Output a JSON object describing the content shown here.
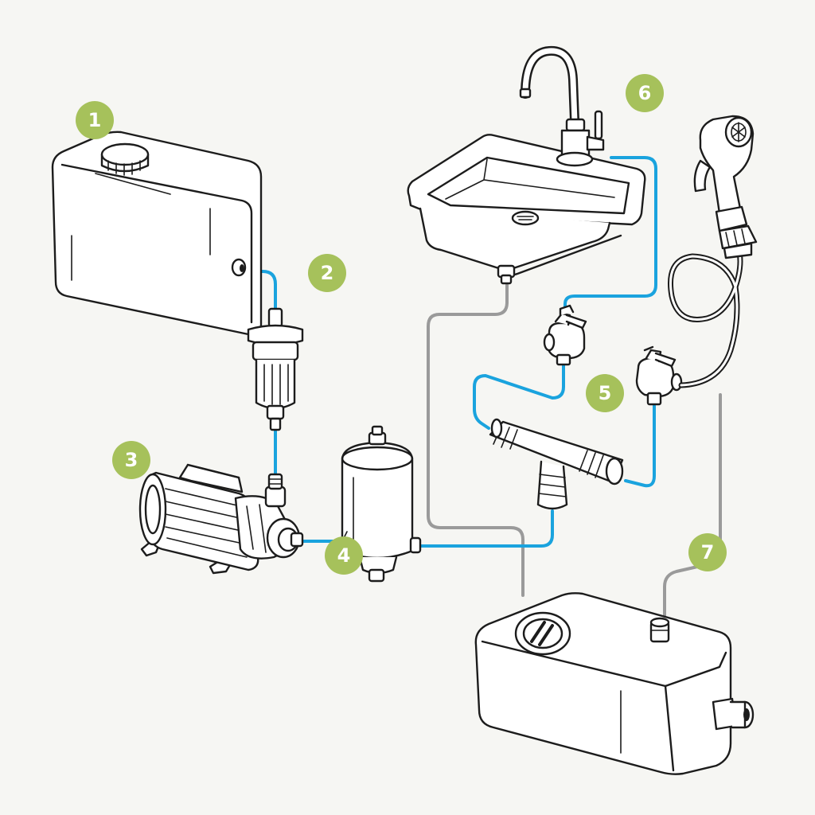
{
  "badges": [
    {
      "number": "1"
    },
    {
      "number": "2"
    },
    {
      "number": "3"
    },
    {
      "number": "4"
    },
    {
      "number": "5"
    },
    {
      "number": "6"
    },
    {
      "number": "7"
    }
  ],
  "colors": {
    "background": "#f6f6f3",
    "fresh_water_pipe": "#1aa3de",
    "grey_water_pipe": "#9a9a9a",
    "badge": "#a6c15b",
    "badge_text": "#ffffff",
    "line_art": "#1c1c1c"
  }
}
